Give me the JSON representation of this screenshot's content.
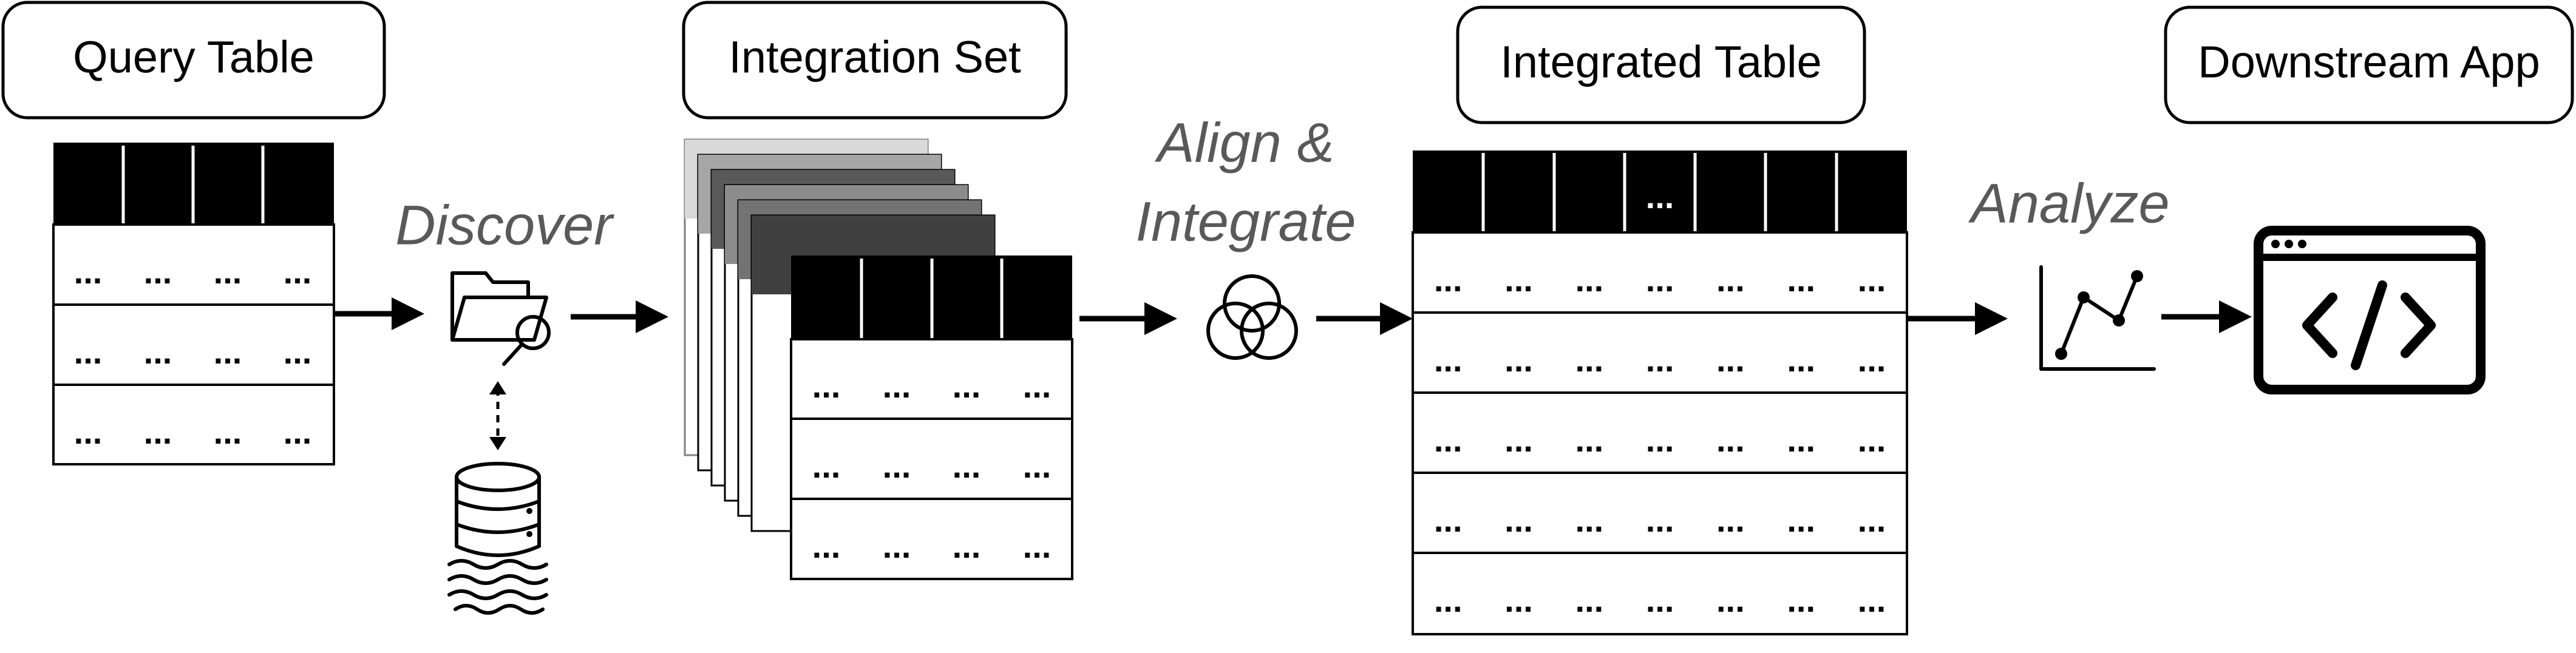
{
  "boxes": {
    "query_table": "Query Table",
    "integration_set": "Integration Set",
    "integrated_table": "Integrated Table",
    "downstream_app": "Downstream App"
  },
  "steps": {
    "discover": "Discover",
    "align_line1": "Align &",
    "align_line2": "Integrate",
    "analyze": "Analyze"
  },
  "cell_text": "...",
  "icons": [
    "folder-search-icon",
    "database-lake-icon",
    "venn-diagram-icon",
    "line-chart-icon",
    "code-window-icon"
  ],
  "colors": {
    "header_fill": "#000000",
    "stack_fills": [
      "#d9d9d9",
      "#bfbfbf",
      "#a6a6a6",
      "#8c8c8c",
      "#737373"
    ],
    "step_text": "#595959"
  }
}
